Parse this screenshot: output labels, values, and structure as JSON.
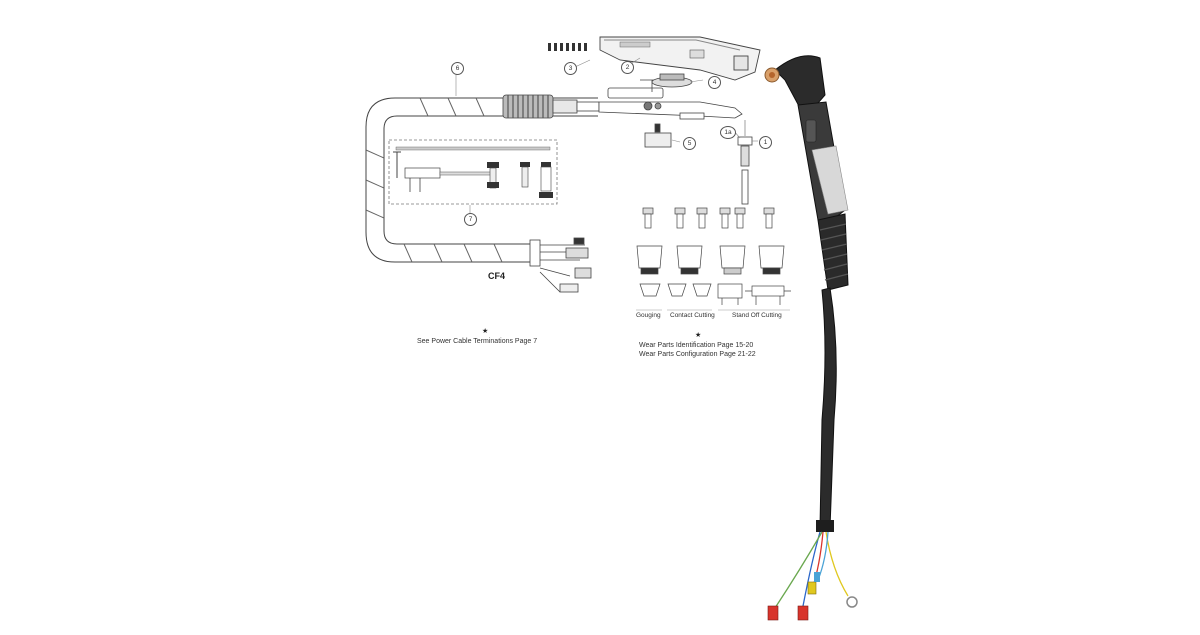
{
  "diagram": {
    "model": "CF4",
    "callouts": [
      "1",
      "1a",
      "2",
      "3",
      "4",
      "5",
      "6",
      "7"
    ],
    "group_labels": [
      "Gouging",
      "Contact Cutting",
      "Stand Off Cutting"
    ],
    "notes": {
      "power_cable": "See Power Cable Terminations Page 7",
      "wear_parts_id": "Wear Parts Identification Page 15-20",
      "wear_parts_config": "Wear Parts Configuration Page 21-22"
    },
    "wire_colors": [
      "#2a66c9",
      "#d8342c",
      "#e0c81f",
      "#6aa84f",
      "#4aa3d6"
    ]
  }
}
